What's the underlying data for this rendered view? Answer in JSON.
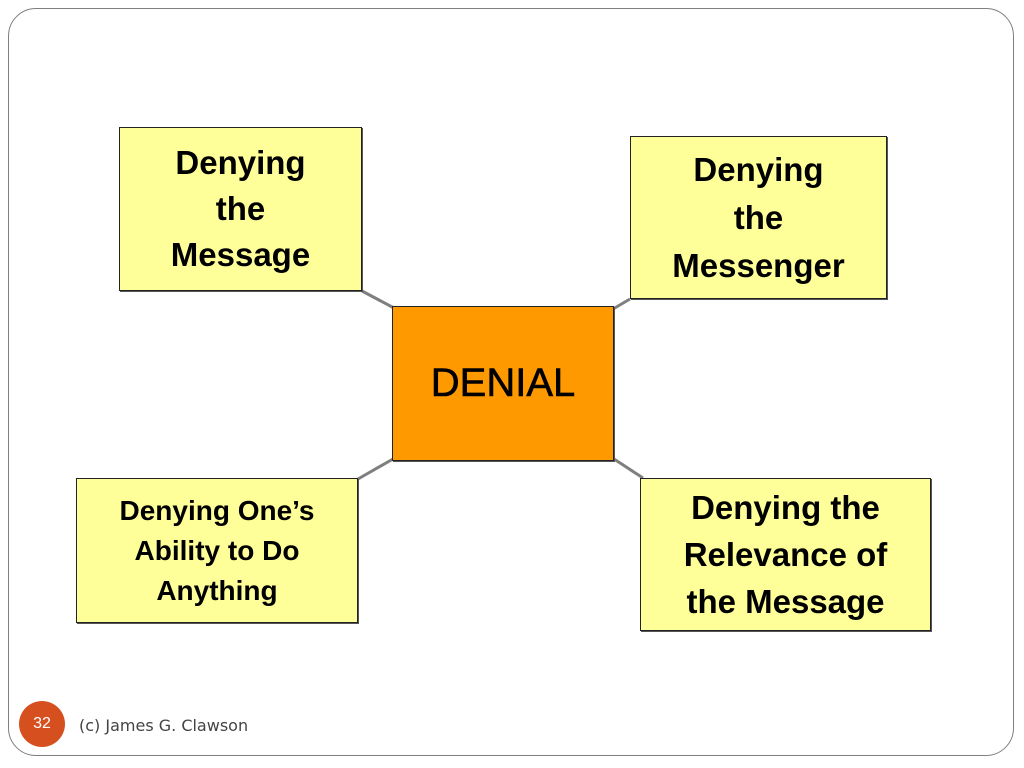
{
  "diagram": {
    "center": {
      "label": "DENIAL"
    },
    "nodes": {
      "top_left": [
        "Denying",
        "the",
        "Message"
      ],
      "top_right": [
        "Denying",
        "the",
        "Messenger"
      ],
      "bottom_left": [
        "Denying One’s",
        "Ability to Do",
        "Anything"
      ],
      "bottom_right": [
        "Denying the",
        "Relevance of",
        "the Message"
      ]
    }
  },
  "footer": {
    "page_number": "32",
    "credit": "(c) James G. Clawson"
  },
  "colors": {
    "node_fill": "#ffff99",
    "center_fill": "#ff9900",
    "connector": "#7f7f7f",
    "badge": "#d6501f"
  }
}
